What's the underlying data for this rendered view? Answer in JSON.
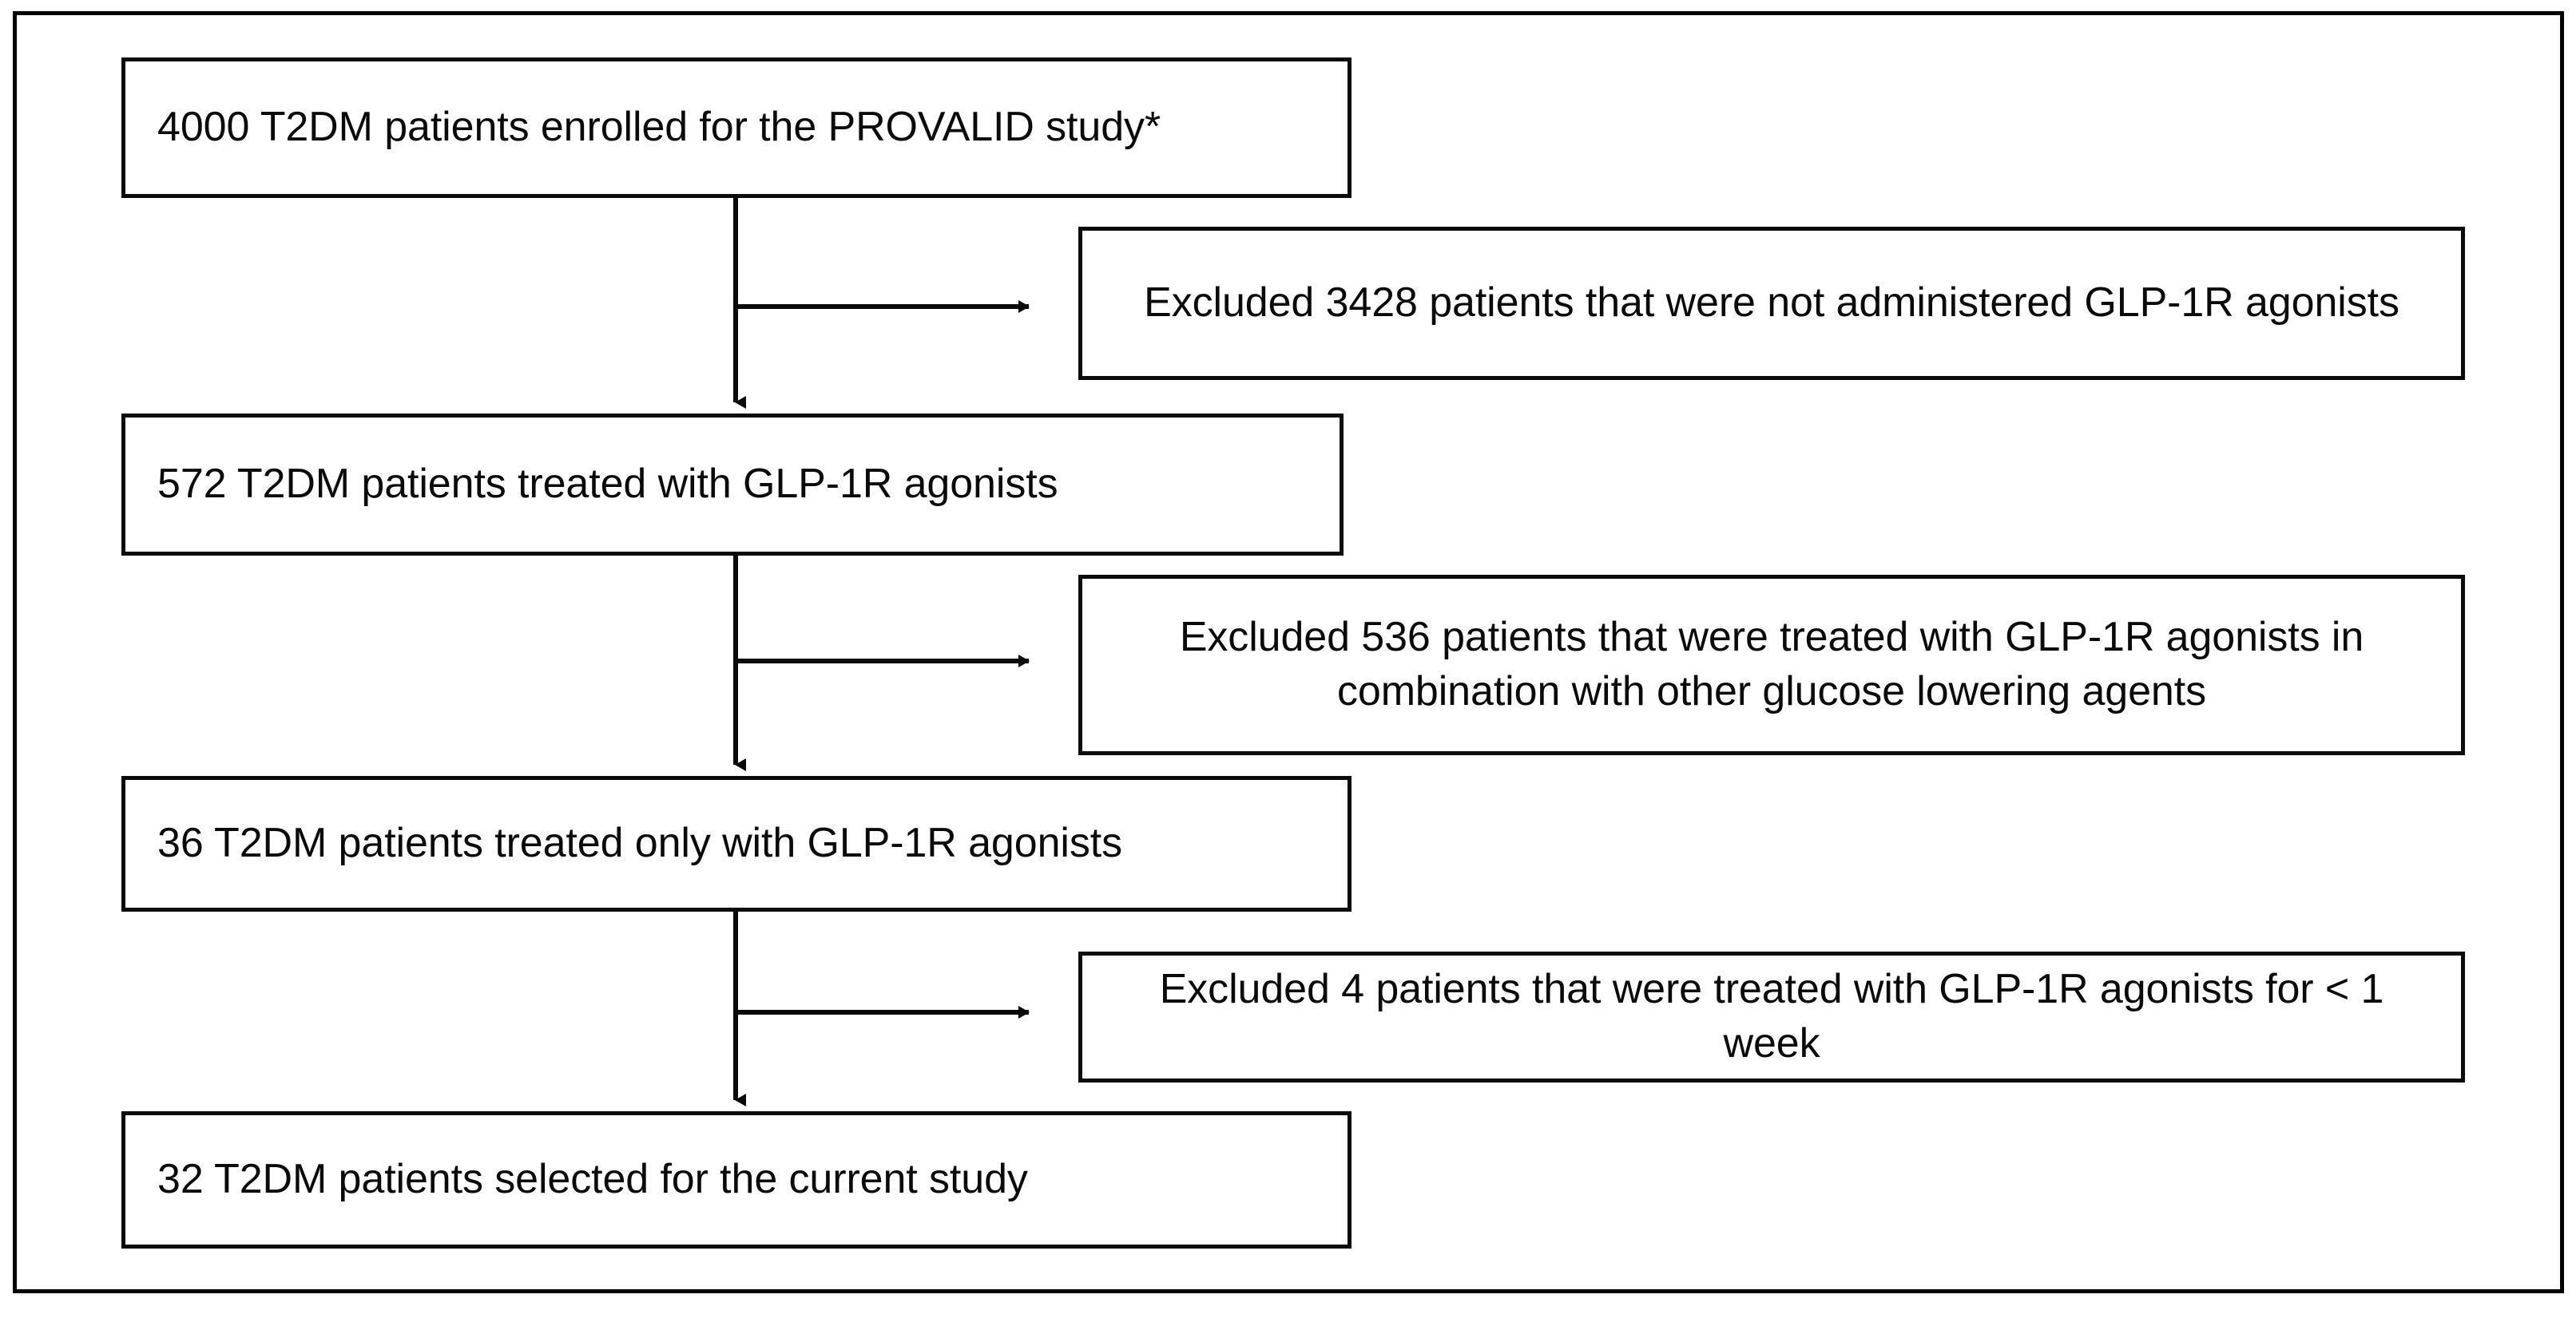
{
  "figure": {
    "type": "patient-selection-flowchart",
    "orientation": "top-to-bottom",
    "frame_border_color": "#000000",
    "box_border_color": "#0b0b0b",
    "text_color": "#0a0a0a",
    "background_color": "#ffffff"
  },
  "main_boxes": [
    {
      "id": "enrolled",
      "text": "4000 T2DM patients enrolled for the PROVALID study*",
      "count": 4000,
      "align": "left"
    },
    {
      "id": "treated",
      "text": "572 T2DM patients treated with GLP-1R agonists",
      "count": 572,
      "align": "left"
    },
    {
      "id": "treated-only",
      "text": "36 T2DM patients treated only with GLP-1R agonists",
      "count": 36,
      "align": "left"
    },
    {
      "id": "selected",
      "text": "32 T2DM patients selected for the current study",
      "count": 32,
      "align": "left"
    }
  ],
  "exclusion_boxes": [
    {
      "id": "excl-not-administered",
      "text": "Excluded 3428 patients that were not administered GLP-1R agonists",
      "count": 3428,
      "align": "center"
    },
    {
      "id": "excl-combination",
      "text": "Excluded 536 patients that were treated with GLP-1R agonists in combination with other glucose lowering agents",
      "count": 536,
      "align": "center"
    },
    {
      "id": "excl-short-duration",
      "text": "Excluded 4 patients that were treated with GLP-1R agonists for < 1 week",
      "count": 4,
      "align": "center"
    }
  ],
  "connectors": [
    {
      "id": "conn-1",
      "from": "enrolled",
      "to": "treated",
      "branch_to": "excl-not-administered",
      "arrow": "down-and-right"
    },
    {
      "id": "conn-2",
      "from": "treated",
      "to": "treated-only",
      "branch_to": "excl-combination",
      "arrow": "down-and-right"
    },
    {
      "id": "conn-3",
      "from": "treated-only",
      "to": "selected",
      "branch_to": "excl-short-duration",
      "arrow": "down-and-right"
    }
  ],
  "footnote_marker": "*"
}
